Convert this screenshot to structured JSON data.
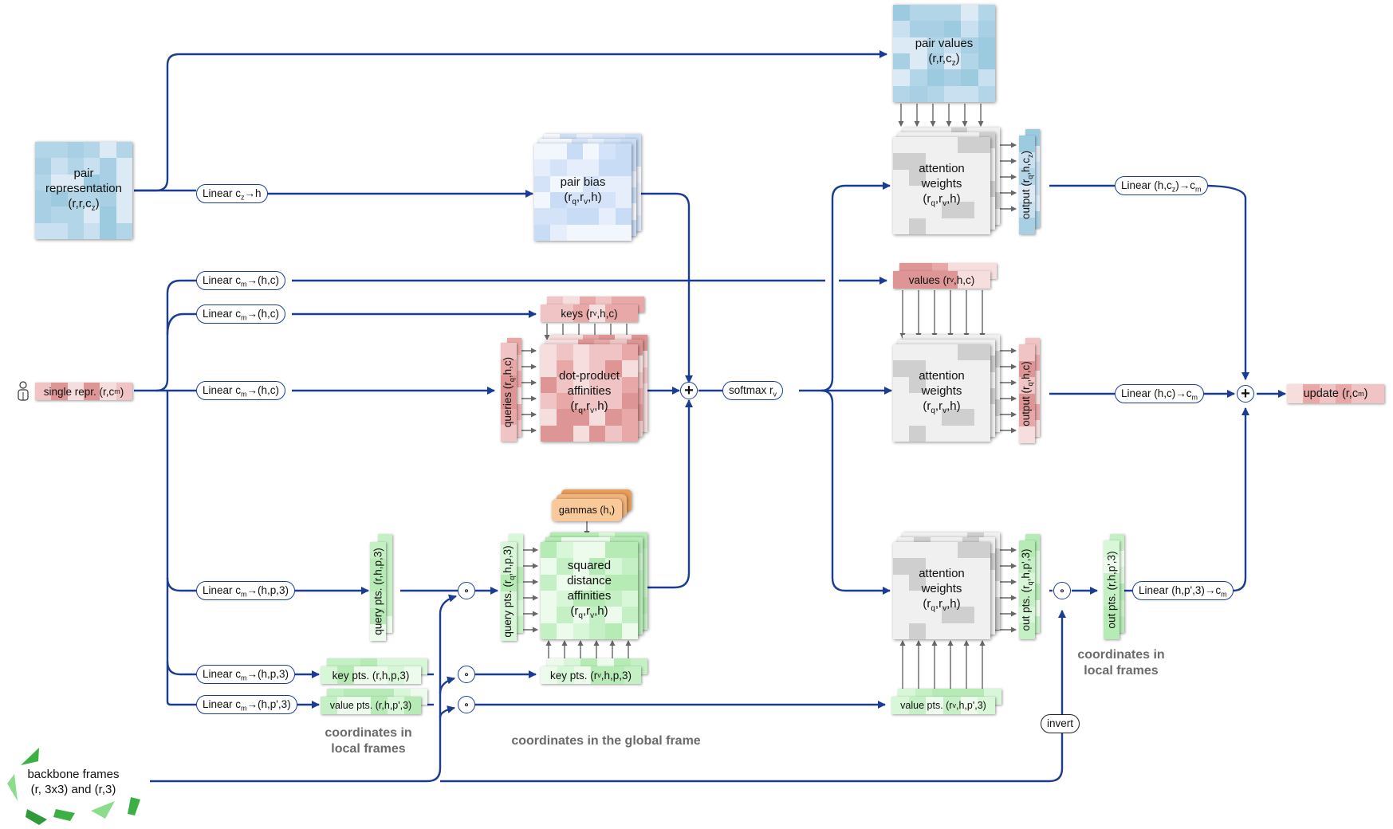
{
  "colors": {
    "wire": "#1a3c94",
    "thin_arrow": "#666666",
    "note_text": "#6b6b6b",
    "pair_blue": [
      "#9ccbe0",
      "#b3d5e8",
      "#c9e0f0",
      "#dceaf5",
      "#a8cfe3"
    ],
    "bias_blue": [
      "#d4e3f8",
      "#e6eefb",
      "#f2f6fd",
      "#c9dcf5"
    ],
    "red": [
      "#e8a8a8",
      "#f0c4c4",
      "#f7dede",
      "#dd9595"
    ],
    "green": [
      "#c5f0c5",
      "#d8f6d8",
      "#ecfbec",
      "#b6ebb6"
    ],
    "gray": [
      "#f0f0f0",
      "#cfcfcf"
    ],
    "orange": [
      "#f9c99a",
      "#e89d5a"
    ]
  },
  "inputs": {
    "pair_representation": {
      "line1": "pair",
      "line2": "representation",
      "line3": "(r,r,c",
      "sub": "z",
      "close": ")"
    },
    "single_repr": {
      "text": "single repr. (r,c",
      "sub": "m",
      "close": ")"
    },
    "backbone_frames": {
      "line1": "backbone frames",
      "line2": "(r, 3x3) and (r,3)"
    }
  },
  "linears": {
    "cz_h": {
      "pre": "Linear c",
      "sub": "z",
      "post": "→h"
    },
    "values": {
      "pre": "Linear c",
      "sub": "m",
      "post": "→(h,c)"
    },
    "keys": {
      "pre": "Linear c",
      "sub": "m",
      "post": "→(h,c)"
    },
    "queries": {
      "pre": "Linear c",
      "sub": "m",
      "post": "→(h,c)"
    },
    "query_pts": {
      "pre": "Linear c",
      "sub": "m",
      "post": "→(h,p,3)"
    },
    "key_pts": {
      "pre": "Linear c",
      "sub": "m",
      "post": "→(h,p,3)"
    },
    "value_pts": {
      "pre": "Linear c",
      "sub": "m",
      "post": "→(h,p',3)"
    },
    "out_pair": {
      "pre": "Linear (h,c",
      "sub1": "z",
      "mid": ")→c",
      "sub2": "m"
    },
    "out_single": {
      "pre": "Linear (h,c)→c",
      "sub": "m"
    },
    "out_pts": {
      "pre": "Linear (h,p',3)→c",
      "sub": "m"
    }
  },
  "tensors": {
    "pair_bias": {
      "line1": "pair bias",
      "l2a": "(r",
      "s1": "q",
      "l2b": ",r",
      "s2": "v",
      "l2c": ",h)"
    },
    "pair_values": {
      "line1": "pair values",
      "l2a": "(r,r,c",
      "s1": "z",
      "l2b": ")"
    },
    "keys": {
      "a": "keys (r",
      "s": "v",
      "b": ",h,c)"
    },
    "values": {
      "a": "values (r",
      "s": "v",
      "b": ",h,c)"
    },
    "queries": {
      "a": "queries (r",
      "s": "q",
      "b": ",h,c)"
    },
    "dot_product": {
      "line1": "dot-product",
      "line2": "affinities",
      "l3a": "(r",
      "s1": "q",
      "l3b": ",r",
      "s2": "v",
      "l3c": ",h)"
    },
    "gammas": {
      "text": "gammas (h,)"
    },
    "query_pts_local": {
      "text": "query pts. (r,h,p,3)"
    },
    "query_pts_global": {
      "a": "query pts. (r",
      "s": "q",
      "b": ",h,p,3)"
    },
    "key_pts_local": {
      "text": "key pts. (r,h,p,3)"
    },
    "key_pts_global": {
      "a": "key pts. (r",
      "s": "v",
      "b": ",h,p,3)"
    },
    "value_pts_local": {
      "text": "value pts. (r,h,p',3)"
    },
    "value_pts_global": {
      "a": "value pts. (r",
      "s": "v",
      "b": ",h,p',3)"
    },
    "squared_distance": {
      "line1": "squared",
      "line2": "distance",
      "line3": "affinities",
      "l4a": "(r",
      "s1": "q",
      "l4b": ",r",
      "s2": "v",
      "l4c": ",h)"
    },
    "attention": {
      "line1": "attention",
      "line2": "weights",
      "l3a": "(r",
      "s1": "q",
      "l3b": ",r",
      "s2": "v",
      "l3c": ",h)"
    },
    "output_pair": {
      "a": "output (r",
      "s1": "q",
      "b": ",h,c",
      "s2": "z",
      "c": ")"
    },
    "output_single": {
      "a": "output (r",
      "s": "q",
      "b": ",h,c)"
    },
    "out_pts_global": {
      "a": "out pts. (r",
      "s": "q",
      "b": ",h,p',3)"
    },
    "out_pts_local": {
      "text": "out pts. (r,h,p',3)"
    },
    "update": {
      "a": "update (r,c",
      "s": "m",
      "b": ")"
    }
  },
  "ops": {
    "softmax": {
      "a": "softmax r",
      "s": "v"
    },
    "invert": "invert",
    "plus": "+",
    "compose": "∘"
  },
  "notes": {
    "local_frames_left": [
      "coordinates in",
      "local frames"
    ],
    "global_frame": "coordinates in the global frame",
    "local_frames_right": [
      "coordinates in",
      "local frames"
    ]
  }
}
